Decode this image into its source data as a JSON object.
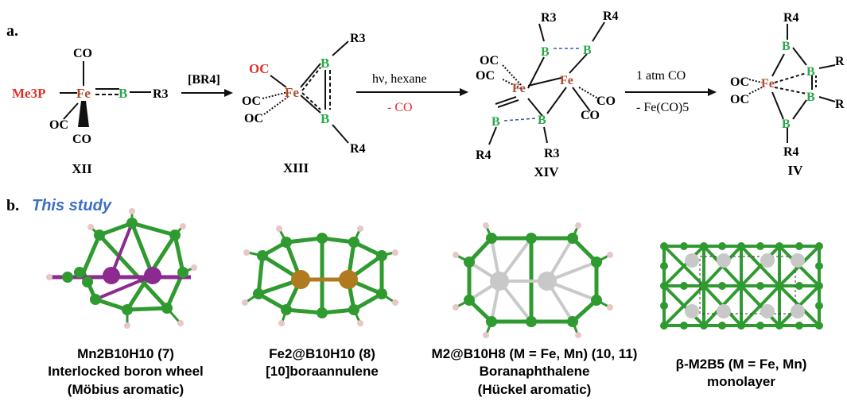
{
  "panel_a": {
    "label": "a.",
    "compounds": [
      {
        "id": "XII",
        "label": "XII"
      },
      {
        "id": "XIII",
        "label": "XIII"
      },
      {
        "id": "XIV",
        "label": "XIV"
      },
      {
        "id": "IV",
        "label": "IV"
      }
    ],
    "arrows": [
      {
        "above": "[BR4]",
        "below": ""
      },
      {
        "above": "hν,   hexane",
        "below": "- CO"
      },
      {
        "above": "1 atm CO",
        "below": "- Fe(CO)5"
      }
    ],
    "atoms": {
      "fe": "Fe",
      "b": "B",
      "co": "CO",
      "oc": "OC",
      "me3p": "Me3P",
      "r3": "R3",
      "r4": "R4",
      "r_partial": "R"
    }
  },
  "panel_b": {
    "label": "b.",
    "title": "This study",
    "structures": [
      {
        "line1": "Mn2B10H10 (7)",
        "line2": "Interlocked boron wheel",
        "line3": "(Möbius aromatic)"
      },
      {
        "line1": "Fe2@B10H10 (8)",
        "line2": "[10]boraannulene",
        "line3": ""
      },
      {
        "line1": "M2@B10H8 (M = Fe, Mn) (10, 11)",
        "line2": "Boranaphthalene",
        "line3": "(Hückel aromatic)"
      },
      {
        "line1": "β-M2B5 (M = Fe, Mn)",
        "line2": "monolayer",
        "line3": ""
      }
    ]
  },
  "colors": {
    "boron": "#2aa84a",
    "iron_text": "#b5482a",
    "highlight_red": "#e0302a",
    "title_blue": "#3d6fc4",
    "manganese": "#8b2a8f",
    "iron_sphere": "#b07a1e",
    "metal_gray": "#c8c8c8"
  }
}
